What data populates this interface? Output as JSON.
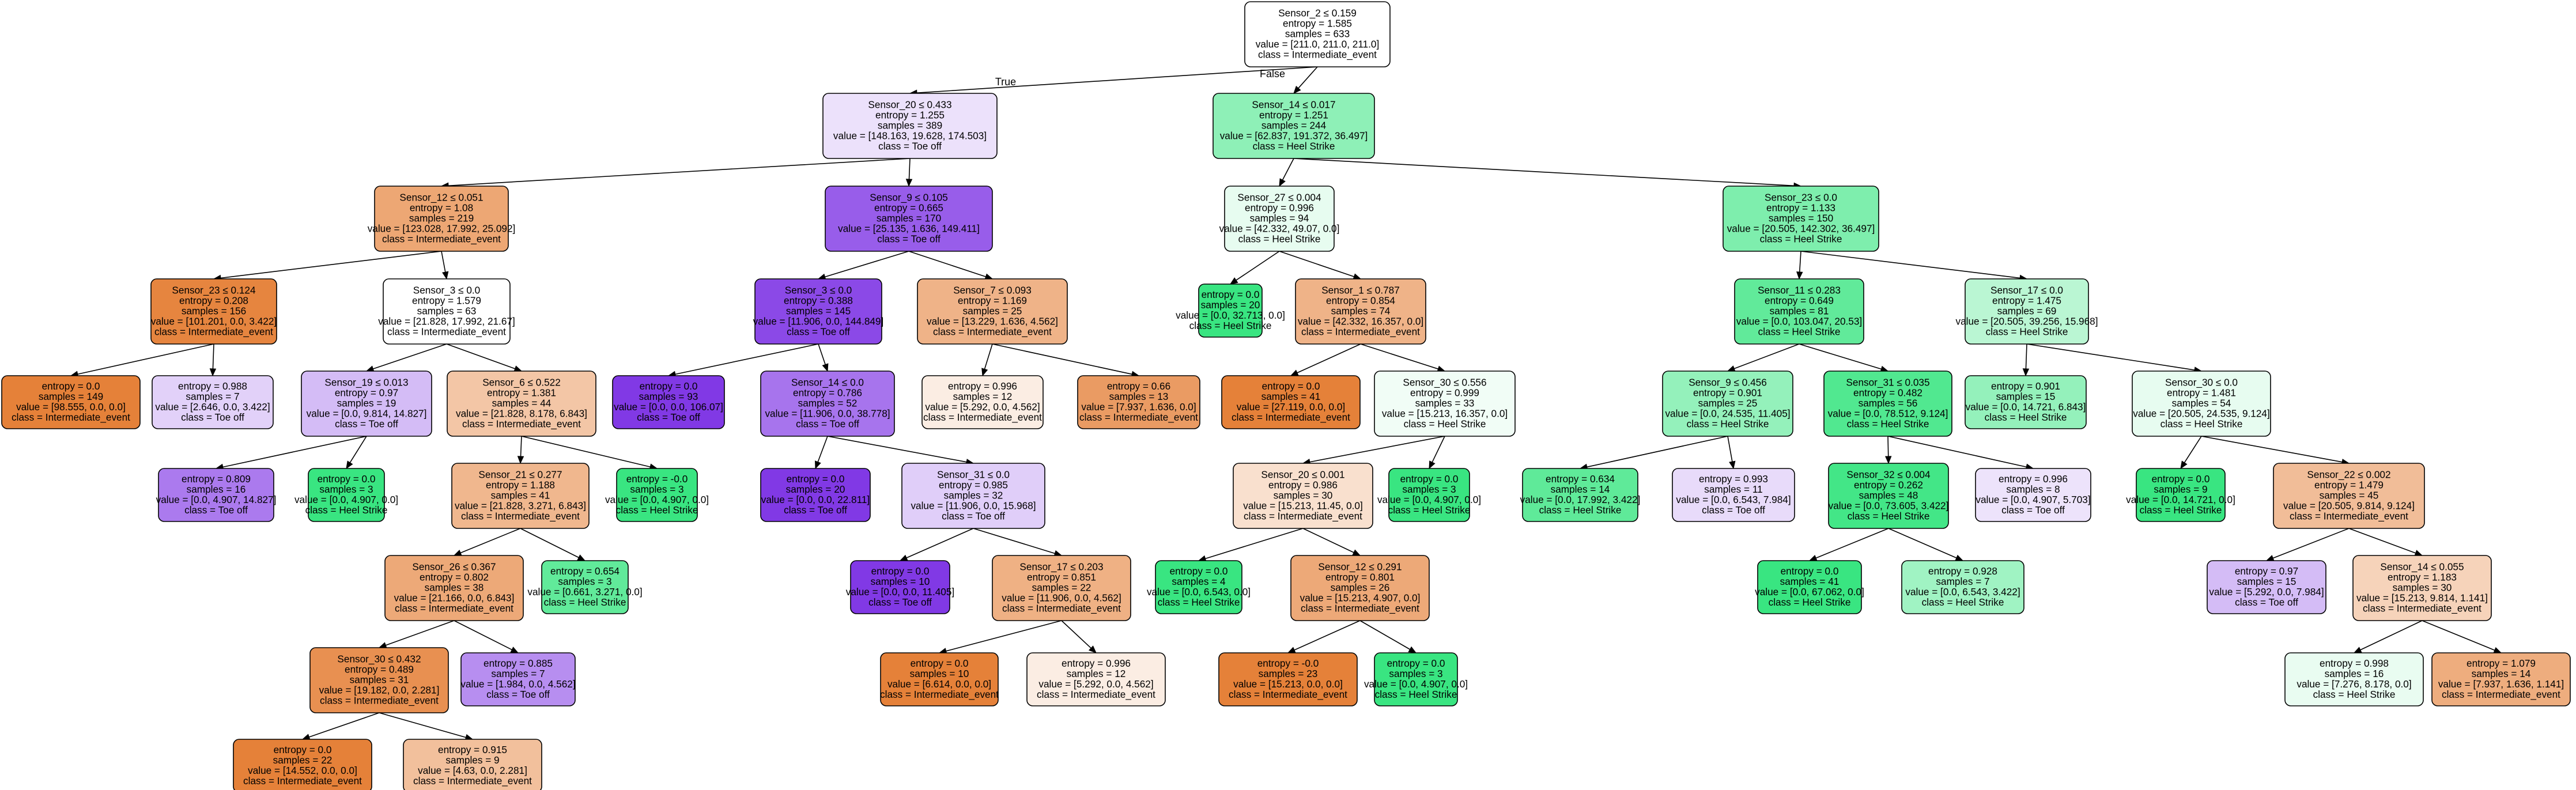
{
  "palette": {
    "Intermediate_event": "#e58139",
    "Toe off": "#8139e5",
    "Heel Strike": "#39e581"
  },
  "edge_labels": {
    "true_label": "True",
    "false_label": "False"
  },
  "nodes": [
    {
      "id": 0,
      "lines": [
        "Sensor_2 ≤ 0.159",
        "entropy = 1.585",
        "samples = 633",
        "value = [211.0, 211.0, 211.0]",
        "class = Intermediate_event"
      ],
      "cls": "Intermediate_event",
      "purity": 0.0
    },
    {
      "id": 1,
      "lines": [
        "Sensor_20 ≤ 0.433",
        "entropy = 1.255",
        "samples = 389",
        "value = [148.163, 19.628, 174.503]",
        "class = Toe off"
      ],
      "cls": "Toe off",
      "purity": 0.15
    },
    {
      "id": 2,
      "lines": [
        "Sensor_14 ≤ 0.017",
        "entropy = 1.251",
        "samples = 244",
        "value = [62.837, 191.372, 36.497]",
        "class = Heel Strike"
      ],
      "cls": "Heel Strike",
      "purity": 0.57
    },
    {
      "id": 3,
      "lines": [
        "Sensor_12 ≤ 0.051",
        "entropy = 1.08",
        "samples = 219",
        "value = [123.028, 17.992, 25.092]",
        "class = Intermediate_event"
      ],
      "cls": "Intermediate_event",
      "purity": 0.7
    },
    {
      "id": 4,
      "lines": [
        "Sensor_9 ≤ 0.105",
        "entropy = 0.665",
        "samples = 170",
        "value = [25.135, 1.636, 149.411]",
        "class = Toe off"
      ],
      "cls": "Toe off",
      "purity": 0.82
    },
    {
      "id": 5,
      "lines": [
        "Sensor_27 ≤ 0.004",
        "entropy = 0.996",
        "samples = 94",
        "value = [42.332, 49.07, 0.0]",
        "class = Heel Strike"
      ],
      "cls": "Heel Strike",
      "purity": 0.12
    },
    {
      "id": 6,
      "lines": [
        "Sensor_23 ≤ 0.0",
        "entropy = 1.133",
        "samples = 150",
        "value = [20.505, 142.302, 36.497]",
        "class = Heel Strike"
      ],
      "cls": "Heel Strike",
      "purity": 0.65
    },
    {
      "id": 7,
      "lines": [
        "Sensor_23 ≤ 0.124",
        "entropy = 0.208",
        "samples = 156",
        "value = [101.201, 0.0, 3.422]",
        "class = Intermediate_event"
      ],
      "cls": "Intermediate_event",
      "purity": 0.97
    },
    {
      "id": 8,
      "lines": [
        "Sensor_3 ≤ 0.0",
        "entropy = 1.579",
        "samples = 63",
        "value = [21.828, 17.992, 21.67]",
        "class = Intermediate_event"
      ],
      "cls": "Intermediate_event",
      "purity": 0.0
    },
    {
      "id": 9,
      "lines": [
        "Sensor_3 ≤ 0.0",
        "entropy = 0.388",
        "samples = 145",
        "value = [11.906, 0.0, 144.849]",
        "class = Toe off"
      ],
      "cls": "Toe off",
      "purity": 0.92
    },
    {
      "id": 10,
      "lines": [
        "Sensor_7 ≤ 0.093",
        "entropy = 1.169",
        "samples = 25",
        "value = [13.229, 1.636, 4.562]",
        "class = Intermediate_event"
      ],
      "cls": "Intermediate_event",
      "purity": 0.6
    },
    {
      "id": 11,
      "lines": [
        "entropy = 0.0",
        "samples = 20",
        "value = [0.0, 32.713, 0.0]",
        "class = Heel Strike"
      ],
      "cls": "Heel Strike",
      "purity": 1.0
    },
    {
      "id": 12,
      "lines": [
        "Sensor_1 ≤ 0.787",
        "entropy = 0.854",
        "samples = 74",
        "value = [42.332, 16.357, 0.0]",
        "class = Intermediate_event"
      ],
      "cls": "Intermediate_event",
      "purity": 0.6
    },
    {
      "id": 13,
      "lines": [
        "Sensor_11 ≤ 0.283",
        "entropy = 0.649",
        "samples = 81",
        "value = [0.0, 103.047, 20.53]",
        "class = Heel Strike"
      ],
      "cls": "Heel Strike",
      "purity": 0.8
    },
    {
      "id": 14,
      "lines": [
        "Sensor_17 ≤ 0.0",
        "entropy = 1.475",
        "samples = 69",
        "value = [20.505, 39.256, 15.968]",
        "class = Heel Strike"
      ],
      "cls": "Heel Strike",
      "purity": 0.35
    },
    {
      "id": 15,
      "lines": [
        "entropy = 0.0",
        "samples = 149",
        "value = [98.555, 0.0, 0.0]",
        "class = Intermediate_event"
      ],
      "cls": "Intermediate_event",
      "purity": 1.0
    },
    {
      "id": 16,
      "lines": [
        "entropy = 0.988",
        "samples = 7",
        "value = [2.646, 0.0, 3.422]",
        "class = Toe off"
      ],
      "cls": "Toe off",
      "purity": 0.23
    },
    {
      "id": 17,
      "lines": [
        "Sensor_19 ≤ 0.013",
        "entropy = 0.97",
        "samples = 19",
        "value = [0.0, 9.814, 14.827]",
        "class = Toe off"
      ],
      "cls": "Toe off",
      "purity": 0.34
    },
    {
      "id": 18,
      "lines": [
        "Sensor_6 ≤ 0.522",
        "entropy = 1.381",
        "samples = 44",
        "value = [21.828, 8.178, 6.843]",
        "class = Intermediate_event"
      ],
      "cls": "Intermediate_event",
      "purity": 0.45
    },
    {
      "id": 19,
      "lines": [
        "entropy = 0.0",
        "samples = 93",
        "value = [0.0, 0.0, 106.07]",
        "class = Toe off"
      ],
      "cls": "Toe off",
      "purity": 1.0
    },
    {
      "id": 20,
      "lines": [
        "Sensor_14 ≤ 0.0",
        "entropy = 0.786",
        "samples = 52",
        "value = [11.906, 0.0, 38.778]",
        "class = Toe off"
      ],
      "cls": "Toe off",
      "purity": 0.7
    },
    {
      "id": 21,
      "lines": [
        "entropy = 0.996",
        "samples = 12",
        "value = [5.292, 0.0, 4.562]",
        "class = Intermediate_event"
      ],
      "cls": "Intermediate_event",
      "purity": 0.14
    },
    {
      "id": 22,
      "lines": [
        "entropy = 0.66",
        "samples = 13",
        "value = [7.937, 1.636, 0.0]",
        "class = Intermediate_event"
      ],
      "cls": "Intermediate_event",
      "purity": 0.79
    },
    {
      "id": 23,
      "lines": [
        "entropy = 0.0",
        "samples = 41",
        "value = [27.119, 0.0, 0.0]",
        "class = Intermediate_event"
      ],
      "cls": "Intermediate_event",
      "purity": 1.0
    },
    {
      "id": 24,
      "lines": [
        "Sensor_30 ≤ 0.556",
        "entropy = 0.999",
        "samples = 33",
        "value = [15.213, 16.357, 0.0]",
        "class = Heel Strike"
      ],
      "cls": "Heel Strike",
      "purity": 0.07
    },
    {
      "id": 25,
      "lines": [
        "Sensor_9 ≤ 0.456",
        "entropy = 0.901",
        "samples = 25",
        "value = [0.0, 24.535, 11.405]",
        "class = Heel Strike"
      ],
      "cls": "Heel Strike",
      "purity": 0.54
    },
    {
      "id": 26,
      "lines": [
        "Sensor_31 ≤ 0.035",
        "entropy = 0.482",
        "samples = 56",
        "value = [0.0, 78.512, 9.124]",
        "class = Heel Strike"
      ],
      "cls": "Heel Strike",
      "purity": 0.88
    },
    {
      "id": 27,
      "lines": [
        "entropy = 0.901",
        "samples = 15",
        "value = [0.0, 14.721, 6.843]",
        "class = Heel Strike"
      ],
      "cls": "Heel Strike",
      "purity": 0.54
    },
    {
      "id": 28,
      "lines": [
        "Sensor_30 ≤ 0.0",
        "entropy = 1.481",
        "samples = 54",
        "value = [20.505, 24.535, 9.124]",
        "class = Heel Strike"
      ],
      "cls": "Heel Strike",
      "purity": 0.12
    },
    {
      "id": 29,
      "lines": [
        "entropy = 0.809",
        "samples = 16",
        "value = [0.0, 4.907, 14.827]",
        "class = Toe off"
      ],
      "cls": "Toe off",
      "purity": 0.67
    },
    {
      "id": 30,
      "lines": [
        "entropy = 0.0",
        "samples = 3",
        "value = [0.0, 4.907, 0.0]",
        "class = Heel Strike"
      ],
      "cls": "Heel Strike",
      "purity": 1.0
    },
    {
      "id": 31,
      "lines": [
        "Sensor_21 ≤ 0.277",
        "entropy = 1.188",
        "samples = 41",
        "value = [21.828, 3.271, 6.843]",
        "class = Intermediate_event"
      ],
      "cls": "Intermediate_event",
      "purity": 0.57
    },
    {
      "id": 32,
      "lines": [
        "entropy = -0.0",
        "samples = 3",
        "value = [0.0, 4.907, 0.0]",
        "class = Heel Strike"
      ],
      "cls": "Heel Strike",
      "purity": 1.0
    },
    {
      "id": 33,
      "lines": [
        "entropy = 0.0",
        "samples = 20",
        "value = [0.0, 0.0, 22.811]",
        "class = Toe off"
      ],
      "cls": "Toe off",
      "purity": 1.0
    },
    {
      "id": 34,
      "lines": [
        "Sensor_31 ≤ 0.0",
        "entropy = 0.985",
        "samples = 32",
        "value = [11.906, 0.0, 15.968]",
        "class = Toe off"
      ],
      "cls": "Toe off",
      "purity": 0.25
    },
    {
      "id": 35,
      "lines": [
        "Sensor_20 ≤ 0.001",
        "entropy = 0.986",
        "samples = 30",
        "value = [15.213, 11.45, 0.0]",
        "class = Intermediate_event"
      ],
      "cls": "Intermediate_event",
      "purity": 0.25
    },
    {
      "id": 36,
      "lines": [
        "entropy = 0.0",
        "samples = 3",
        "value = [0.0, 4.907, 0.0]",
        "class = Heel Strike"
      ],
      "cls": "Heel Strike",
      "purity": 1.0
    },
    {
      "id": 37,
      "lines": [
        "entropy = 0.634",
        "samples = 14",
        "value = [0.0, 17.992, 3.422]",
        "class = Heel Strike"
      ],
      "cls": "Heel Strike",
      "purity": 0.81
    },
    {
      "id": 38,
      "lines": [
        "entropy = 0.993",
        "samples = 11",
        "value = [0.0, 6.543, 7.984]",
        "class = Toe off"
      ],
      "cls": "Toe off",
      "purity": 0.18
    },
    {
      "id": 39,
      "lines": [
        "Sensor_32 ≤ 0.004",
        "entropy = 0.262",
        "samples = 48",
        "value = [0.0, 73.605, 3.422]",
        "class = Heel Strike"
      ],
      "cls": "Heel Strike",
      "purity": 0.95
    },
    {
      "id": 40,
      "lines": [
        "entropy = 0.996",
        "samples = 8",
        "value = [0.0, 4.907, 5.703]",
        "class = Toe off"
      ],
      "cls": "Toe off",
      "purity": 0.14
    },
    {
      "id": 41,
      "lines": [
        "entropy = 0.0",
        "samples = 9",
        "value = [0.0, 14.721, 0.0]",
        "class = Heel Strike"
      ],
      "cls": "Heel Strike",
      "purity": 1.0
    },
    {
      "id": 42,
      "lines": [
        "Sensor_22 ≤ 0.002",
        "entropy = 1.479",
        "samples = 45",
        "value = [20.505, 9.814, 9.124]",
        "class = Intermediate_event"
      ],
      "cls": "Intermediate_event",
      "purity": 0.52
    },
    {
      "id": 43,
      "lines": [
        "Sensor_26 ≤ 0.367",
        "entropy = 0.802",
        "samples = 38",
        "value = [21.166, 0.0, 6.843]",
        "class = Intermediate_event"
      ],
      "cls": "Intermediate_event",
      "purity": 0.68
    },
    {
      "id": 44,
      "lines": [
        "entropy = 0.654",
        "samples = 3",
        "value = [0.661, 3.271, 0.0]",
        "class = Heel Strike"
      ],
      "cls": "Heel Strike",
      "purity": 0.8
    },
    {
      "id": 45,
      "lines": [
        "entropy = 0.0",
        "samples = 10",
        "value = [0.0, 0.0, 11.405]",
        "class = Toe off"
      ],
      "cls": "Toe off",
      "purity": 1.0
    },
    {
      "id": 46,
      "lines": [
        "Sensor_17 ≤ 0.203",
        "entropy = 0.851",
        "samples = 22",
        "value = [11.906, 0.0, 4.562]",
        "class = Intermediate_event"
      ],
      "cls": "Intermediate_event",
      "purity": 0.62
    },
    {
      "id": 47,
      "lines": [
        "entropy = 0.0",
        "samples = 4",
        "value = [0.0, 6.543, 0.0]",
        "class = Heel Strike"
      ],
      "cls": "Heel Strike",
      "purity": 1.0
    },
    {
      "id": 48,
      "lines": [
        "Sensor_12 ≤ 0.291",
        "entropy = 0.801",
        "samples = 26",
        "value = [15.213, 4.907, 0.0]",
        "class = Intermediate_event"
      ],
      "cls": "Intermediate_event",
      "purity": 0.68
    },
    {
      "id": 49,
      "lines": [
        "entropy = 0.0",
        "samples = 41",
        "value = [0.0, 67.062, 0.0]",
        "class = Heel Strike"
      ],
      "cls": "Heel Strike",
      "purity": 1.0
    },
    {
      "id": 50,
      "lines": [
        "entropy = 0.928",
        "samples = 7",
        "value = [0.0, 6.543, 3.422]",
        "class = Heel Strike"
      ],
      "cls": "Heel Strike",
      "purity": 0.48
    },
    {
      "id": 51,
      "lines": [
        "entropy = 0.97",
        "samples = 15",
        "value = [5.292, 0.0, 7.984]",
        "class = Toe off"
      ],
      "cls": "Toe off",
      "purity": 0.34
    },
    {
      "id": 52,
      "lines": [
        "Sensor_14 ≤ 0.055",
        "entropy = 1.183",
        "samples = 30",
        "value = [15.213, 9.814, 1.141]",
        "class = Intermediate_event"
      ],
      "cls": "Intermediate_event",
      "purity": 0.35
    },
    {
      "id": 53,
      "lines": [
        "Sensor_30 ≤ 0.432",
        "entropy = 0.489",
        "samples = 31",
        "value = [19.182, 0.0, 2.281]",
        "class = Intermediate_event"
      ],
      "cls": "Intermediate_event",
      "purity": 0.88
    },
    {
      "id": 54,
      "lines": [
        "entropy = 0.885",
        "samples = 7",
        "value = [1.984, 0.0, 4.562]",
        "class = Toe off"
      ],
      "cls": "Toe off",
      "purity": 0.57
    },
    {
      "id": 55,
      "lines": [
        "entropy = 0.0",
        "samples = 10",
        "value = [6.614, 0.0, 0.0]",
        "class = Intermediate_event"
      ],
      "cls": "Intermediate_event",
      "purity": 1.0
    },
    {
      "id": 56,
      "lines": [
        "entropy = 0.996",
        "samples = 12",
        "value = [5.292, 0.0, 4.562]",
        "class = Intermediate_event"
      ],
      "cls": "Intermediate_event",
      "purity": 0.14
    },
    {
      "id": 57,
      "lines": [
        "entropy = -0.0",
        "samples = 23",
        "value = [15.213, 0.0, 0.0]",
        "class = Intermediate_event"
      ],
      "cls": "Intermediate_event",
      "purity": 1.0
    },
    {
      "id": 58,
      "lines": [
        "entropy = 0.0",
        "samples = 3",
        "value = [0.0, 4.907, 0.0]",
        "class = Heel Strike"
      ],
      "cls": "Heel Strike",
      "purity": 1.0
    },
    {
      "id": 59,
      "lines": [
        "entropy = 0.998",
        "samples = 16",
        "value = [7.276, 8.178, 0.0]",
        "class = Heel Strike"
      ],
      "cls": "Heel Strike",
      "purity": 0.11
    },
    {
      "id": 60,
      "lines": [
        "entropy = 1.079",
        "samples = 14",
        "value = [7.937, 1.636, 1.141]",
        "class = Intermediate_event"
      ],
      "cls": "Intermediate_event",
      "purity": 0.65
    },
    {
      "id": 61,
      "lines": [
        "entropy = 0.0",
        "samples = 22",
        "value = [14.552, 0.0, 0.0]",
        "class = Intermediate_event"
      ],
      "cls": "Intermediate_event",
      "purity": 1.0
    },
    {
      "id": 62,
      "lines": [
        "entropy = 0.915",
        "samples = 9",
        "value = [4.63, 0.0, 2.281]",
        "class = Intermediate_event"
      ],
      "cls": "Intermediate_event",
      "purity": 0.5
    }
  ],
  "edges": [
    [
      0,
      1
    ],
    [
      0,
      2
    ],
    [
      1,
      3
    ],
    [
      1,
      4
    ],
    [
      2,
      5
    ],
    [
      2,
      6
    ],
    [
      3,
      7
    ],
    [
      3,
      8
    ],
    [
      4,
      9
    ],
    [
      4,
      10
    ],
    [
      5,
      11
    ],
    [
      5,
      12
    ],
    [
      6,
      13
    ],
    [
      6,
      14
    ],
    [
      7,
      15
    ],
    [
      7,
      16
    ],
    [
      8,
      17
    ],
    [
      8,
      18
    ],
    [
      9,
      19
    ],
    [
      9,
      20
    ],
    [
      10,
      21
    ],
    [
      10,
      22
    ],
    [
      12,
      23
    ],
    [
      12,
      24
    ],
    [
      13,
      25
    ],
    [
      13,
      26
    ],
    [
      14,
      27
    ],
    [
      14,
      28
    ],
    [
      17,
      29
    ],
    [
      17,
      30
    ],
    [
      18,
      31
    ],
    [
      18,
      32
    ],
    [
      20,
      33
    ],
    [
      20,
      34
    ],
    [
      24,
      35
    ],
    [
      24,
      36
    ],
    [
      25,
      37
    ],
    [
      25,
      38
    ],
    [
      26,
      39
    ],
    [
      26,
      40
    ],
    [
      28,
      41
    ],
    [
      28,
      42
    ],
    [
      31,
      43
    ],
    [
      31,
      44
    ],
    [
      34,
      45
    ],
    [
      34,
      46
    ],
    [
      35,
      47
    ],
    [
      35,
      48
    ],
    [
      39,
      49
    ],
    [
      39,
      50
    ],
    [
      42,
      51
    ],
    [
      42,
      52
    ],
    [
      43,
      53
    ],
    [
      43,
      54
    ],
    [
      46,
      55
    ],
    [
      46,
      56
    ],
    [
      48,
      57
    ],
    [
      48,
      58
    ],
    [
      52,
      59
    ],
    [
      52,
      60
    ],
    [
      53,
      61
    ],
    [
      53,
      62
    ]
  ]
}
